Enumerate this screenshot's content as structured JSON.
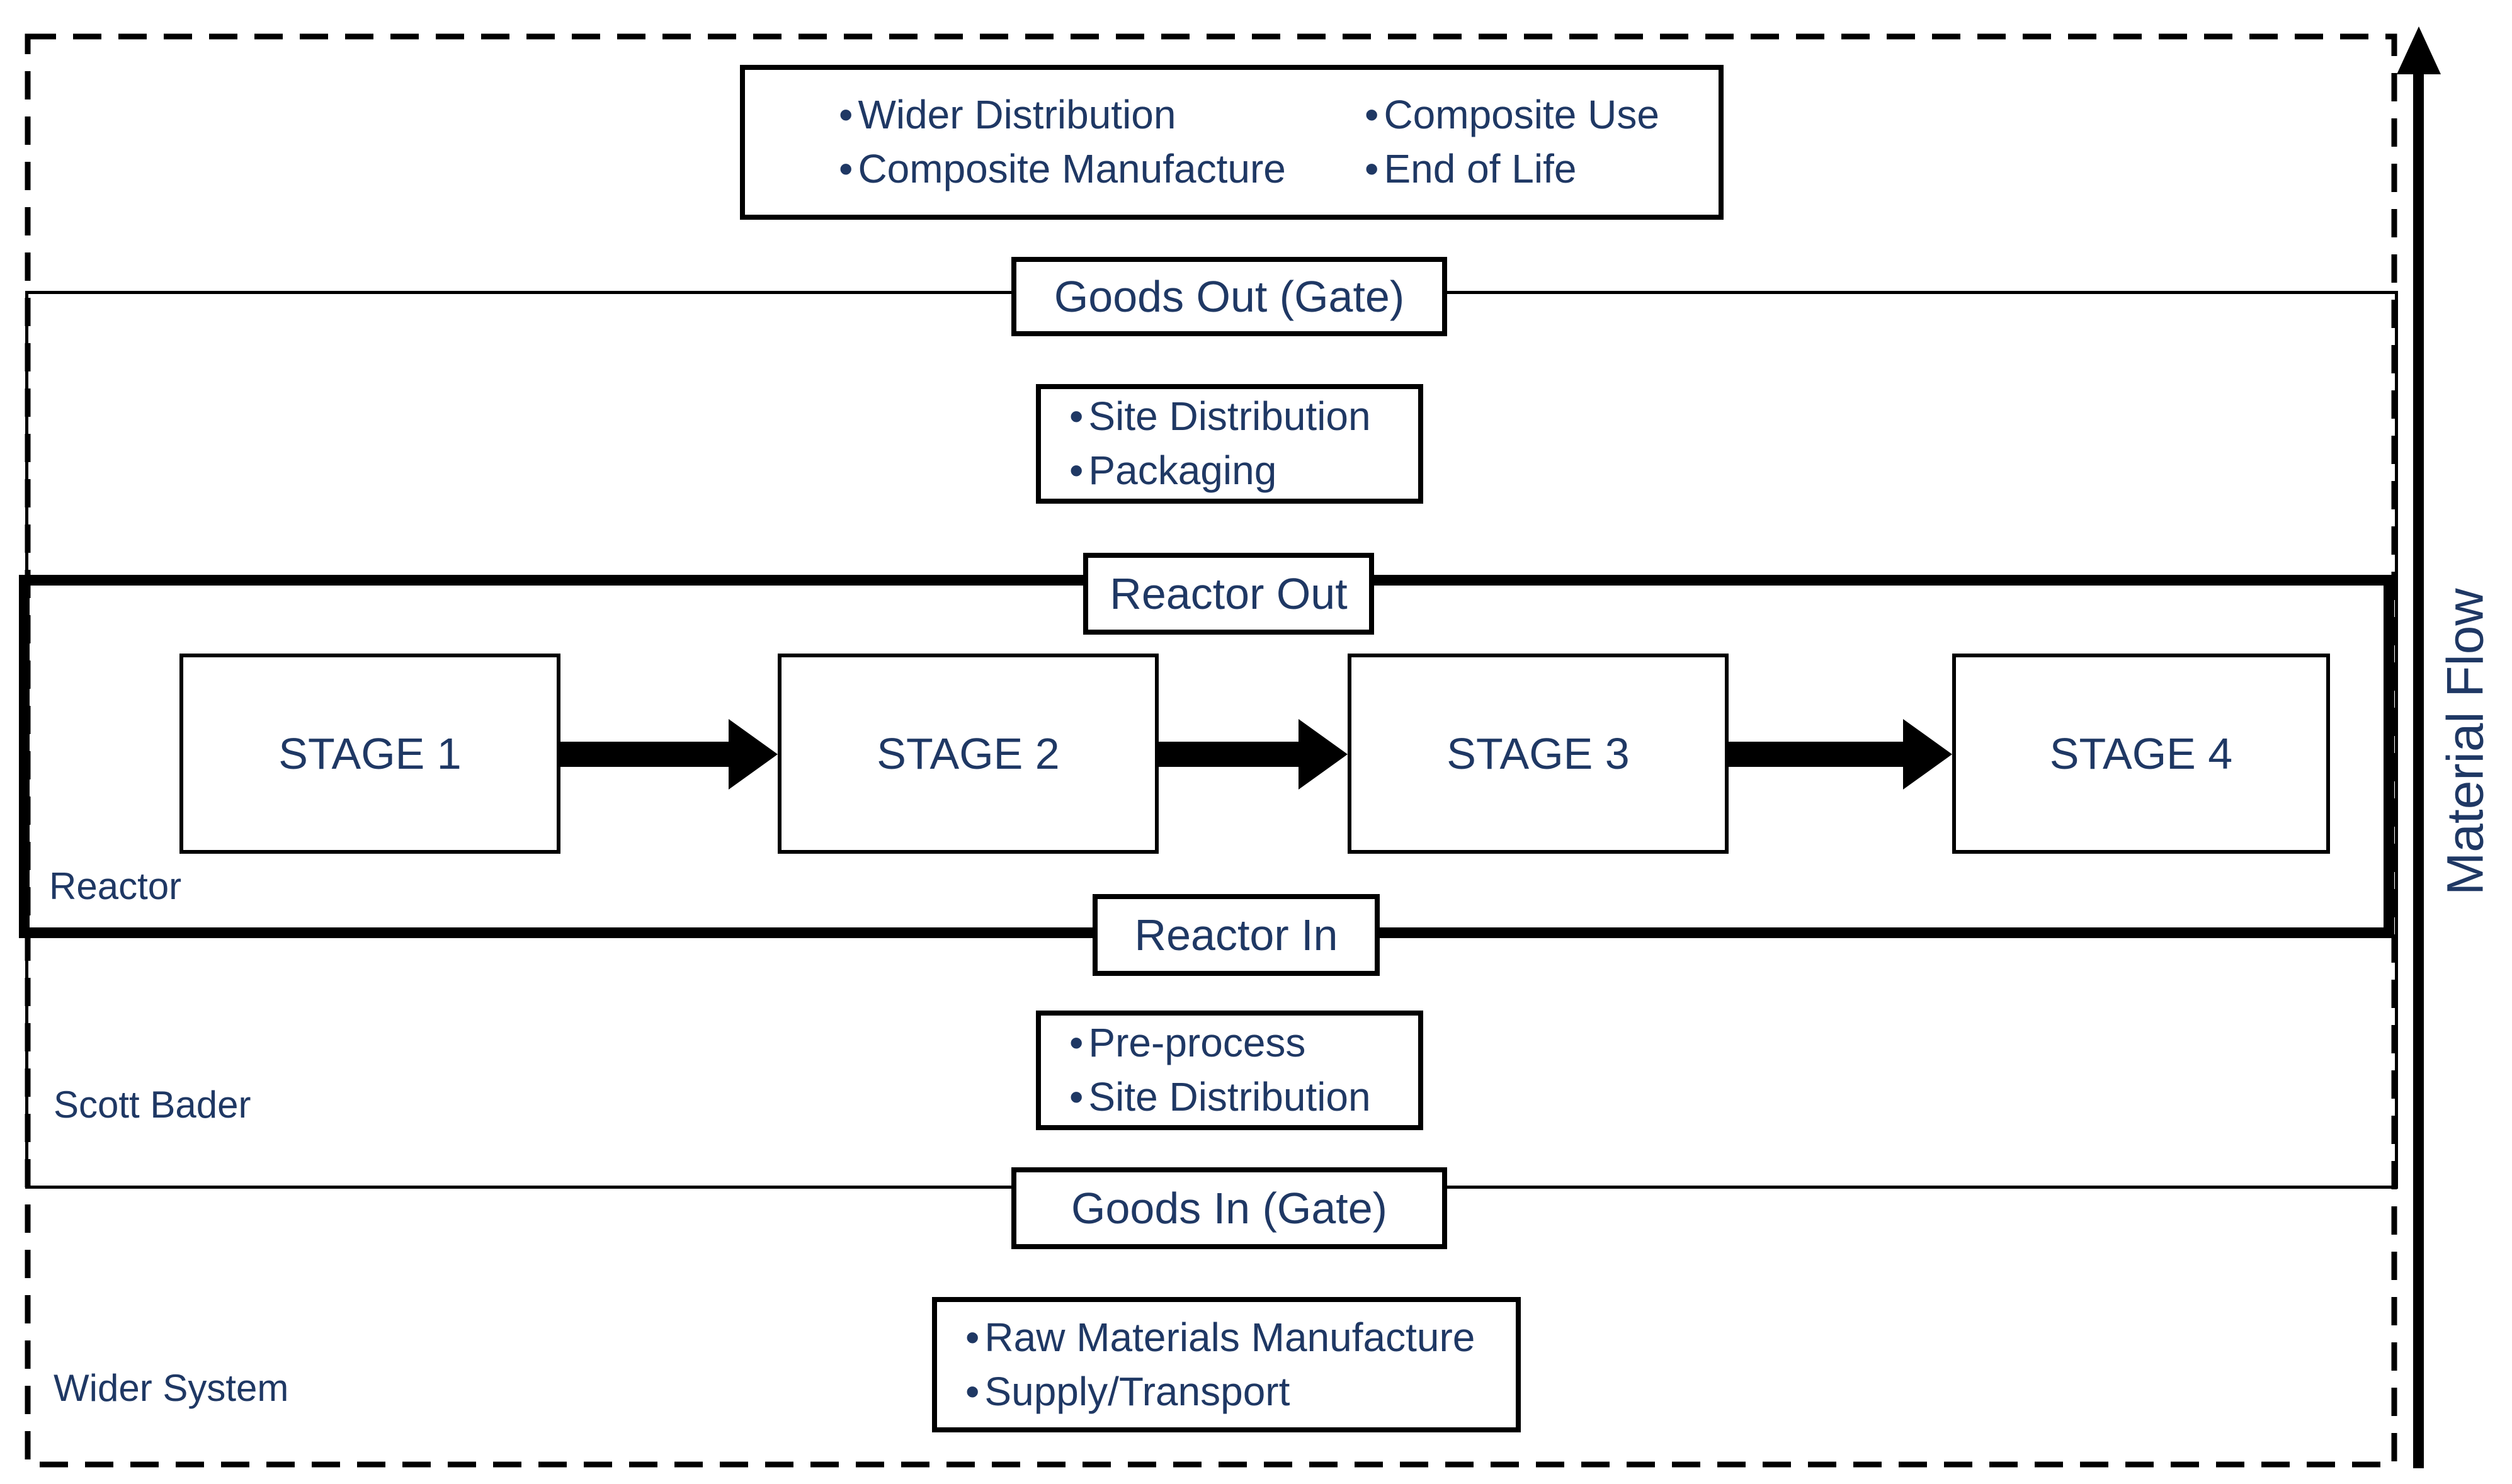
{
  "diagram": {
    "material_flow_label": "Material Flow",
    "bullet_char": "•",
    "regions": {
      "reactor": "Reactor",
      "scott_bader": "Scott Bader",
      "wider_system": "Wider System"
    },
    "gates": {
      "goods_out": "Goods Out (Gate)",
      "reactor_out": "Reactor Out",
      "reactor_in": "Reactor In",
      "goods_in": "Goods In (Gate)"
    },
    "stages": [
      "STAGE 1",
      "STAGE 2",
      "STAGE 3",
      "STAGE 4"
    ],
    "bullets": {
      "top_left": [
        "Wider Distribution",
        "Composite Manufacture"
      ],
      "top_right": [
        "Composite Use",
        "End of Life"
      ],
      "below_goods_out": [
        "Site Distribution",
        "Packaging"
      ],
      "above_goods_in": [
        "Pre-process",
        "Site Distribution"
      ],
      "bottom": [
        "Raw Materials Manufacture",
        "Supply/Transport"
      ]
    },
    "colors": {
      "text": "#1f3864",
      "line": "#000000",
      "background": "#ffffff"
    }
  }
}
